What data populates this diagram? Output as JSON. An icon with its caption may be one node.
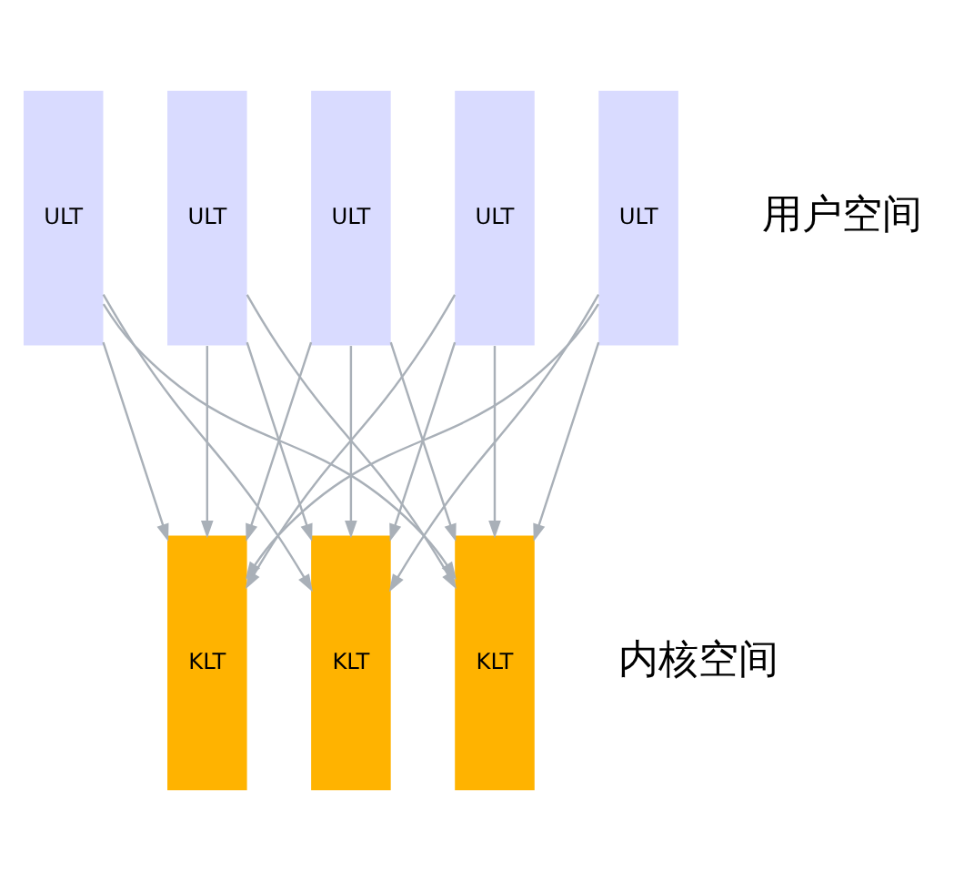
{
  "diagram": {
    "nodes": [
      {
        "text": [
          "ULT"
        ]
      },
      {
        "text": [
          "ULT"
        ]
      },
      {
        "text": [
          "ULT"
        ]
      },
      {
        "text": [
          "ULT"
        ]
      },
      {
        "text": [
          "ULT"
        ]
      },
      {
        "text": [
          "KLT"
        ]
      },
      {
        "text": [
          "KLT"
        ]
      },
      {
        "text": [
          "KLT"
        ]
      }
    ],
    "edges": [
      {
        "from": 0,
        "to": 5,
        "arrow": "to"
      },
      {
        "from": 0,
        "to": 6,
        "arrow": "to"
      },
      {
        "from": 0,
        "to": 7,
        "arrow": "to"
      },
      {
        "from": 1,
        "to": 5,
        "arrow": "to"
      },
      {
        "from": 1,
        "to": 6,
        "arrow": "to"
      },
      {
        "from": 1,
        "to": 7,
        "arrow": "to"
      },
      {
        "from": 2,
        "to": 5,
        "arrow": "to"
      },
      {
        "from": 2,
        "to": 6,
        "arrow": "to"
      },
      {
        "from": 2,
        "to": 7,
        "arrow": "to"
      },
      {
        "from": 3,
        "to": 5,
        "arrow": "to"
      },
      {
        "from": 3,
        "to": 6,
        "arrow": "to"
      },
      {
        "from": 3,
        "to": 7,
        "arrow": "to"
      },
      {
        "from": 4,
        "to": 5,
        "arrow": "to"
      },
      {
        "from": 4,
        "to": 6,
        "arrow": "to"
      },
      {
        "from": 4,
        "to": 7,
        "arrow": "to"
      }
    ],
    "labels": [
      "用户空间",
      "内核空间"
    ]
  }
}
